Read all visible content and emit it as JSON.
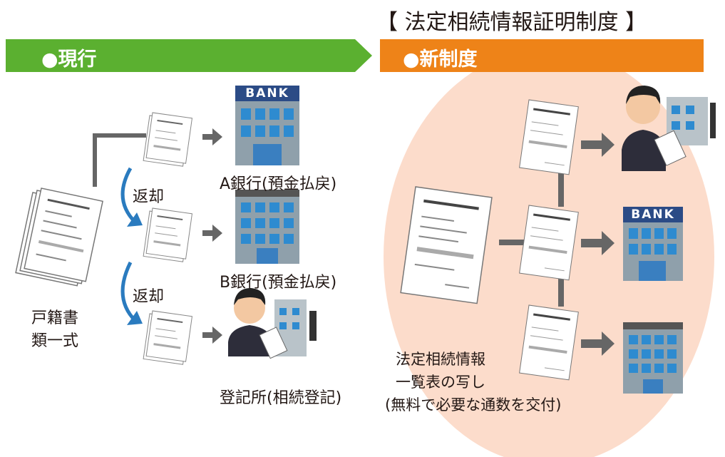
{
  "title": "【 法定相続情報証明制度 】",
  "current": {
    "heading": "●現行",
    "doc_stack_label_line1": "戸籍書",
    "doc_stack_label_line2": "類一式",
    "return_label_1": "返却",
    "return_label_2": "返却",
    "dest_1": "A銀行(預金払戻)",
    "dest_2": "B銀行(預金払戻)",
    "dest_3": "登記所(相続登記)",
    "bank_sign": "BANK"
  },
  "new_system": {
    "heading": "●新制度",
    "note_line1": "法定相続情報",
    "note_line2": "一覧表の写し",
    "note_line3": "(無料で必要な通数を交付)",
    "bank_sign": "BANK"
  },
  "colors": {
    "current_banner": "#5bb030",
    "new_banner": "#ee8318",
    "oval": "#fcdccb",
    "arrow_gray": "#666666",
    "return_arrow": "#2a7bbf",
    "building_blue": "#2e8bd0"
  }
}
